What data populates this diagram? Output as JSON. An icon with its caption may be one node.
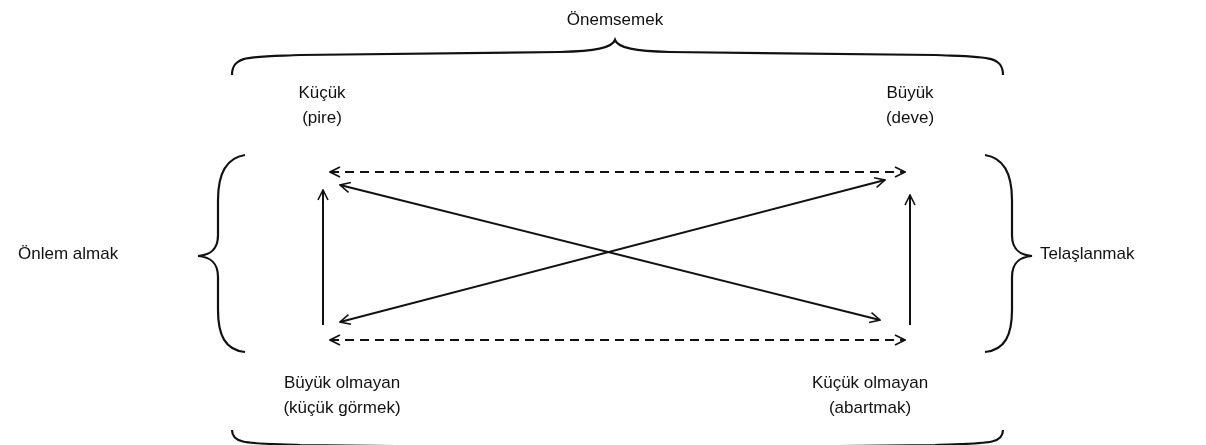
{
  "diagram": {
    "nodes": [
      {
        "text": [
          "Küçük",
          "(pire)"
        ]
      },
      {
        "text": [
          "Büyük",
          "(deve)"
        ]
      },
      {
        "text": [
          "Büyük olmayan",
          "(küçük görmek)"
        ]
      },
      {
        "text": [
          "Küçük olmayan",
          "(abartmak)"
        ]
      }
    ],
    "edges": [
      {
        "from": 0,
        "to": 1,
        "arrow": "both",
        "style": "dashed"
      },
      {
        "from": 2,
        "to": 3,
        "arrow": "both",
        "style": "dashed"
      },
      {
        "from": 2,
        "to": 0,
        "arrow": "to"
      },
      {
        "from": 3,
        "to": 1,
        "arrow": "to"
      },
      {
        "from": 0,
        "to": 3,
        "arrow": "both"
      },
      {
        "from": 2,
        "to": 1,
        "arrow": "both"
      }
    ],
    "labels": [
      "Önemsemek",
      "Önlem almak",
      "Telaşlanmak"
    ]
  }
}
